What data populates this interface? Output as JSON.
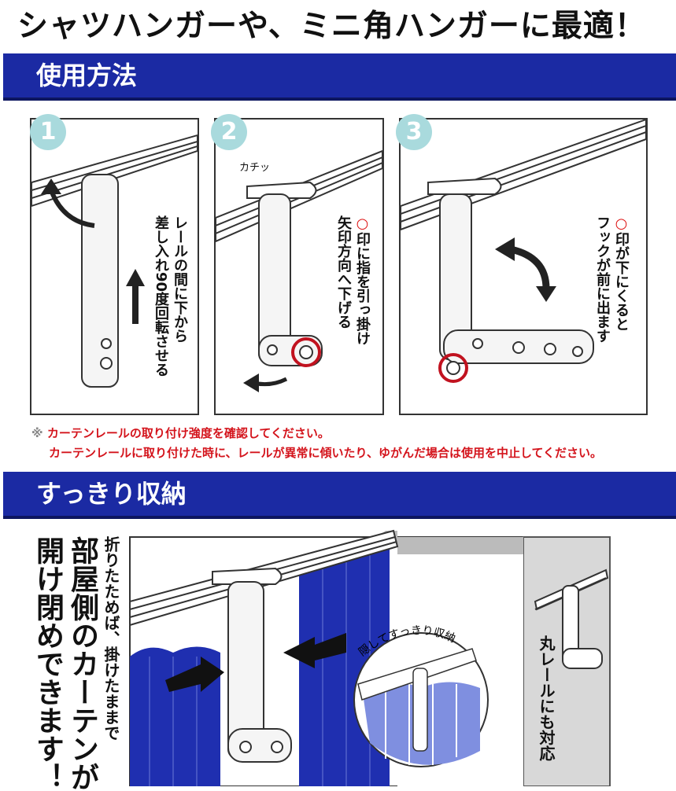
{
  "title": "シャツハンガーや、ミニ角ハンガーに最適！",
  "section1": {
    "heading": "使用方法",
    "steps": [
      {
        "number": "1",
        "lines": [
          "レールの間に下から",
          "差し入れ90度回転させる"
        ]
      },
      {
        "number": "2",
        "label": "カチッ",
        "mark": "○",
        "lines": [
          "印に指を引っ掛け",
          "矢印方向へ下げる"
        ]
      },
      {
        "number": "3",
        "mark": "○",
        "lines": [
          "印が下にくると",
          "フックが前に出ます"
        ]
      }
    ],
    "notes": {
      "mark": "※",
      "line1": "カーテンレールの取り付け強度を確認してください。",
      "line2": "カーテンレールに取り付けた時に、レールが異常に傾いたり、ゆがんだ場合は使用を中止してください。"
    }
  },
  "section2": {
    "heading": "すっきり収納",
    "small_line": "折りたためば、掛けたままで",
    "big_line1": "部屋側のカーテンが",
    "big_line2": "開け閉めできます！",
    "circle_label": "隠してすっきり収納",
    "round_rail_label": "丸レールにも対応"
  },
  "colors": {
    "band": "#1b2aa3",
    "badge": "#a9dadd",
    "warning": "#d4141c",
    "curtain": "#1f2fb0"
  }
}
